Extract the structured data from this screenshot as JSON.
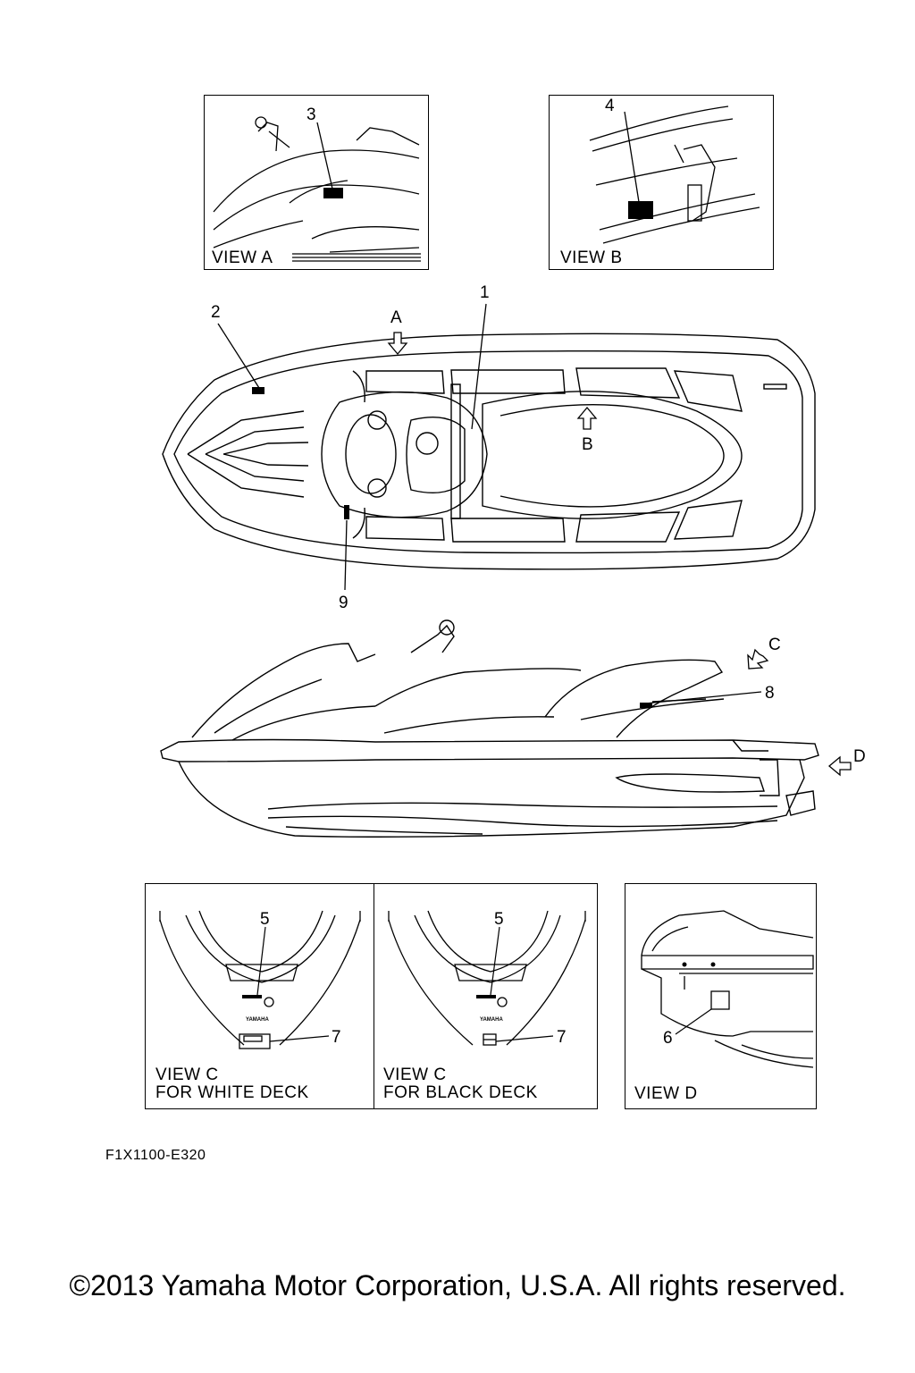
{
  "callouts": [
    "1",
    "2",
    "3",
    "4",
    "5",
    "5",
    "6",
    "7",
    "7",
    "8",
    "9"
  ],
  "arrows": {
    "a": "A",
    "b": "B",
    "c": "C",
    "d": "D"
  },
  "views": {
    "a": "VIEW A",
    "b": "VIEW B",
    "c_white_1": "VIEW C",
    "c_white_2": "FOR WHITE DECK",
    "c_black_1": "VIEW C",
    "c_black_2": "FOR BLACK DECK",
    "d": "VIEW D"
  },
  "logo_text": "YAMAHA",
  "drawing_code": "F1X1100-E320",
  "copyright": "©2013 Yamaha Motor Corporation, U.S.A. All rights reserved."
}
